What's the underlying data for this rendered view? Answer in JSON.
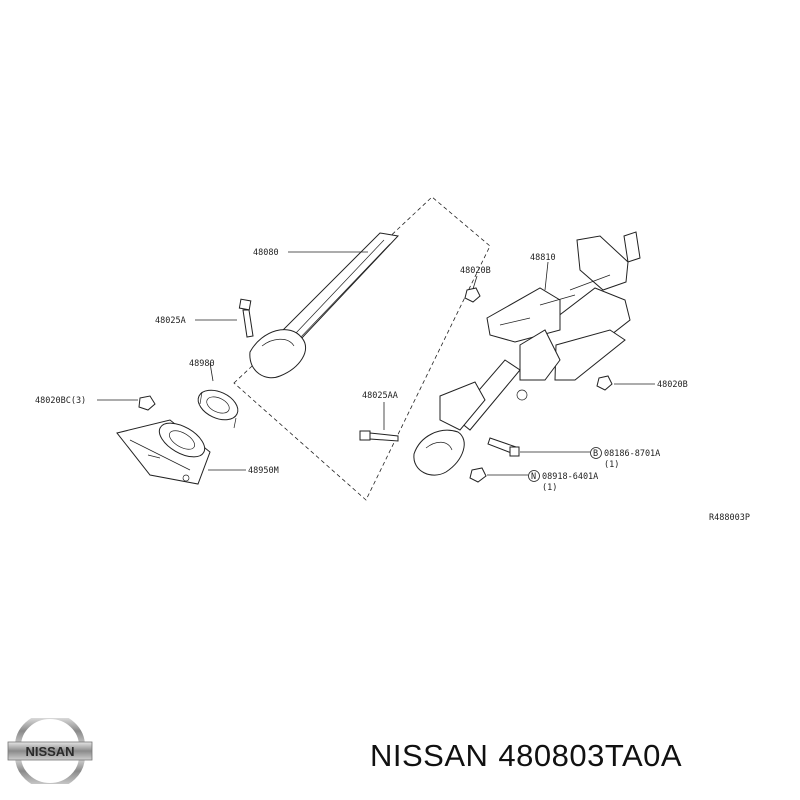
{
  "diagram": {
    "labels": {
      "p48080": "48080",
      "p48025A": "48025A",
      "p48980": "48980",
      "p48020BC": "48020BC(3)",
      "p48950M": "48950M",
      "p48020B_top": "48020B",
      "p48810": "48810",
      "p48020B_right": "48020B",
      "p48025AA": "48025AA",
      "p08186": "08186-8701A",
      "p08186_qty": "(1)",
      "p08186_code": "B",
      "p08918": "08918-6401A",
      "p08918_qty": "(1)",
      "p08918_code": "N",
      "ref": "R488003P"
    }
  },
  "footer": {
    "brand": "NISSAN",
    "part_number": "480803TA0A",
    "logo_text": "NISSAN"
  }
}
